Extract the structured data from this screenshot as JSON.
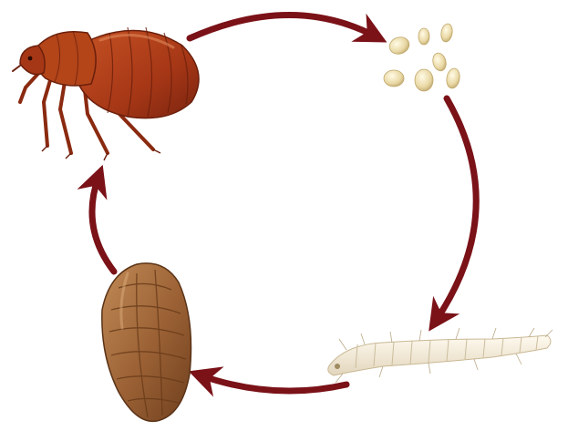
{
  "diagram": {
    "type": "life-cycle",
    "stages": [
      {
        "name": "adult-flea",
        "icon": "flea-icon"
      },
      {
        "name": "eggs",
        "icon": "egg-cluster-icon"
      },
      {
        "name": "larva",
        "icon": "larva-icon"
      },
      {
        "name": "pupa",
        "icon": "pupa-cocoon-icon"
      }
    ],
    "colors": {
      "arrow": "#7a1218",
      "flea_body": "#b0401a",
      "flea_dark": "#7a2410",
      "egg": "#ede0b0",
      "larva": "#f2ead8",
      "pupa": "#a06a3c",
      "background": "#ffffff"
    }
  }
}
